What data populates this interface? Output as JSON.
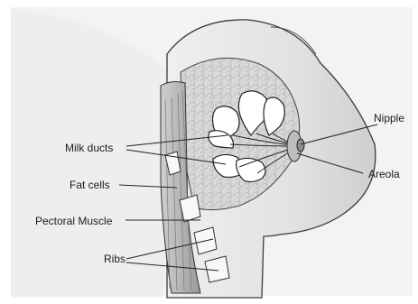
{
  "diagram": {
    "labels": {
      "milk_ducts": "Milk ducts",
      "fat_cells": "Fat cells",
      "pectoral_muscle": "Pectoral Muscle",
      "ribs": "Ribs",
      "nipple": "Nipple",
      "areola": "Areola"
    }
  }
}
